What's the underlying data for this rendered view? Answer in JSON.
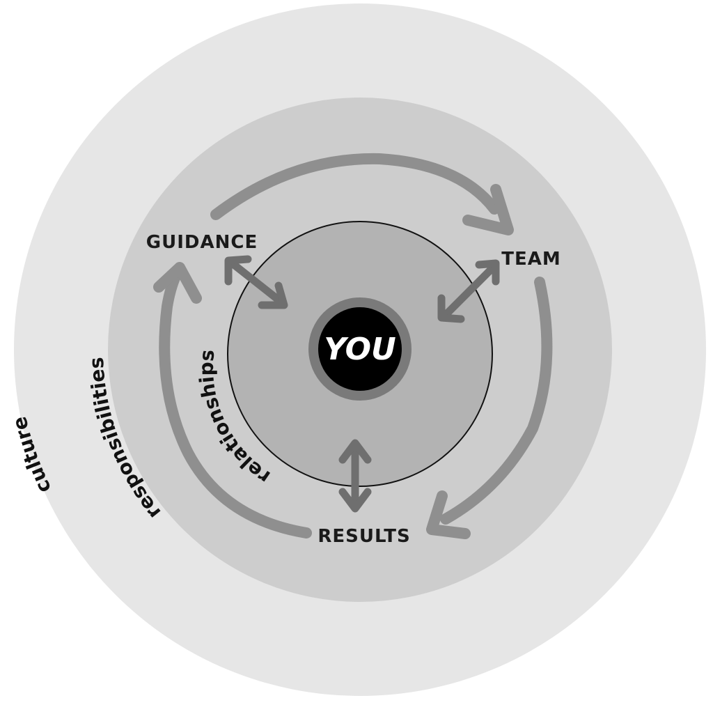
{
  "center": {
    "label": "YOU"
  },
  "rings": {
    "culture": "culture",
    "responsibilities": "responsibilities",
    "relationships": "relationships"
  },
  "nodes": {
    "guidance": "GUIDANCE",
    "team": "TEAM",
    "results": "RESULTS"
  },
  "colors": {
    "outer_ring": "#e6e6e6",
    "middle_ring": "#cdcdcd",
    "inner_ring": "#b3b3b3",
    "center_halo": "#7a7a7a",
    "center_core": "#000000",
    "cycle_arrow": "#8f8f8f",
    "link_arrow": "#6f6f6f"
  }
}
